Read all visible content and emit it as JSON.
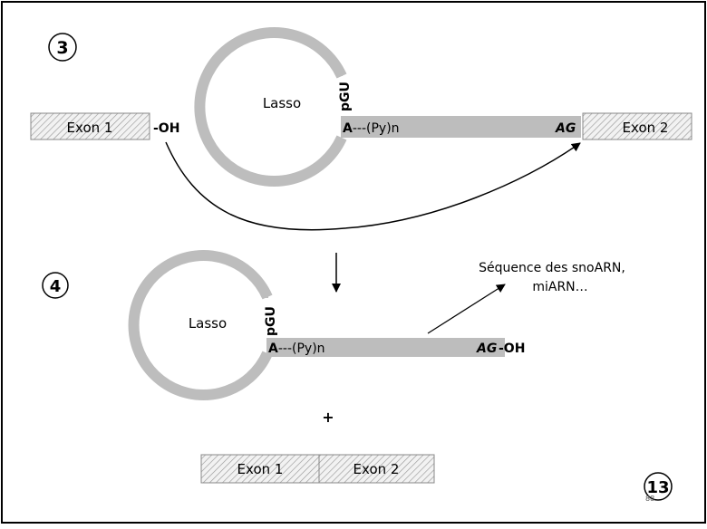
{
  "steps": {
    "three": "3",
    "four": "4",
    "thirteen": "13"
  },
  "step3": {
    "exon1": "Exon 1",
    "oh": "-OH",
    "lasso": "Lasso",
    "pgu": "pGU",
    "branch_a": "A",
    "py_tract": "---(Py)n",
    "ag": "AG",
    "exon2": "Exon 2"
  },
  "step4": {
    "lasso": "Lasso",
    "pgu": "pGU",
    "branch_a": "A",
    "py_tract": "---(Py)n",
    "ag": "AG",
    "oh": "-OH",
    "annotation_line1": "Séquence des snoARN,",
    "annotation_line2": "miARN…"
  },
  "plus": "+",
  "product": {
    "exon1": "Exon 1",
    "exon2": "Exon 2"
  },
  "page_number": "88",
  "colors": {
    "rna": "#bdbdbd",
    "hatch": "#9a9a9a",
    "border": "#000000",
    "text": "#000000"
  }
}
